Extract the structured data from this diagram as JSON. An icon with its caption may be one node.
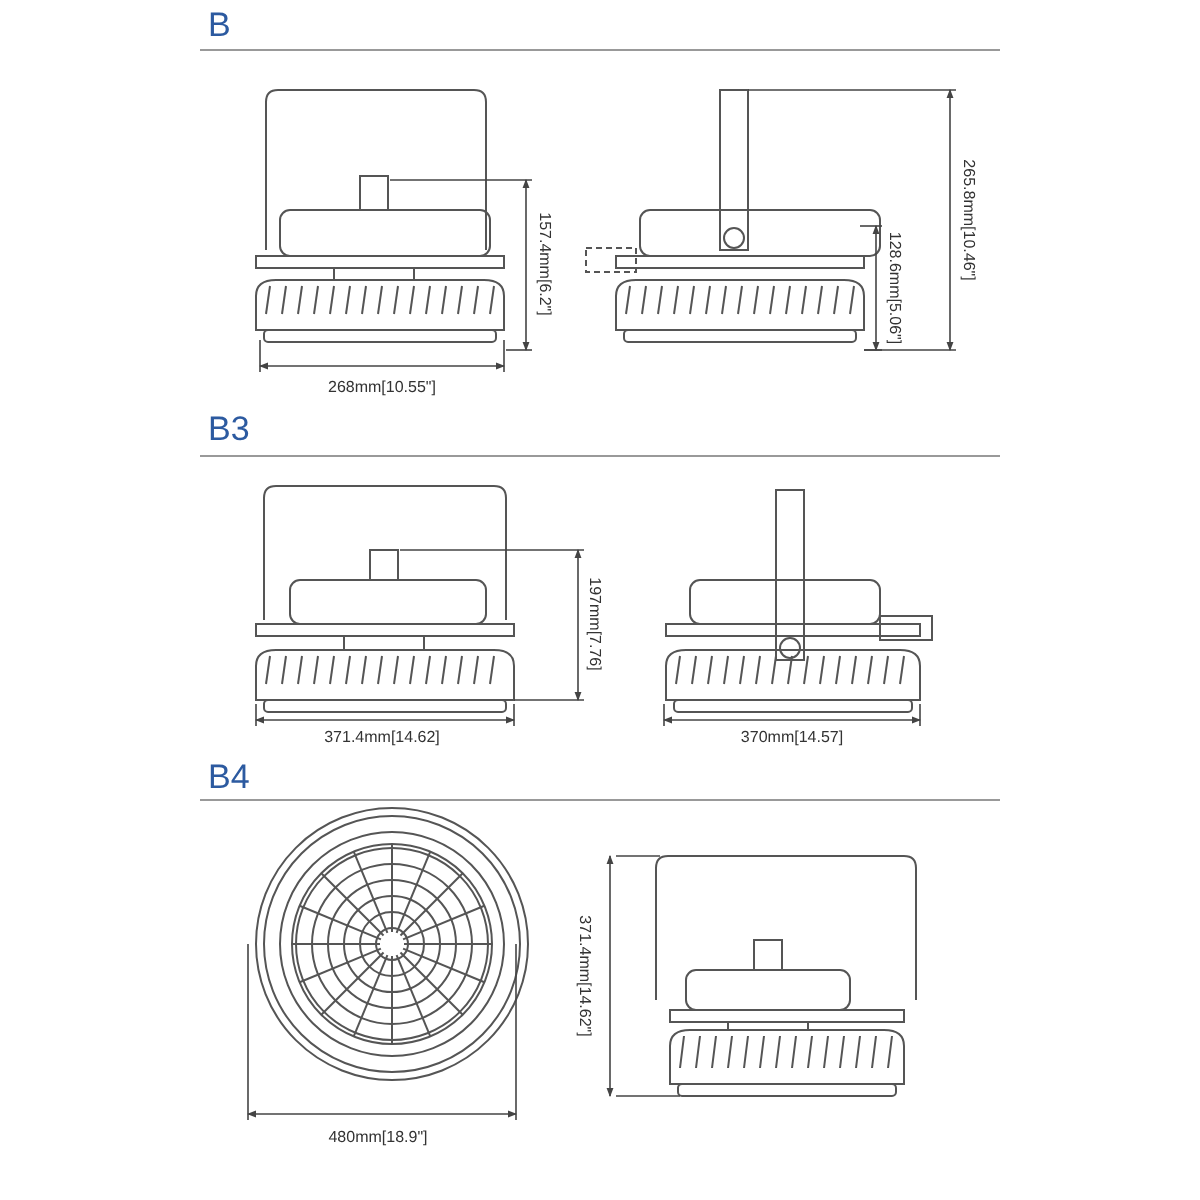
{
  "diagram": {
    "labels": [
      "B",
      "157.4mm[6.2\"]",
      "128.6mm[5.06\"]",
      "265.8mm[10.46\"]",
      "268mm[10.55\"]",
      "B3",
      "197mm[7.76]",
      "371.4mm[14.62]",
      "370mm[14.57]",
      "B4",
      "371.4mm[14.62\"]",
      "480mm[18.9\"]"
    ]
  }
}
